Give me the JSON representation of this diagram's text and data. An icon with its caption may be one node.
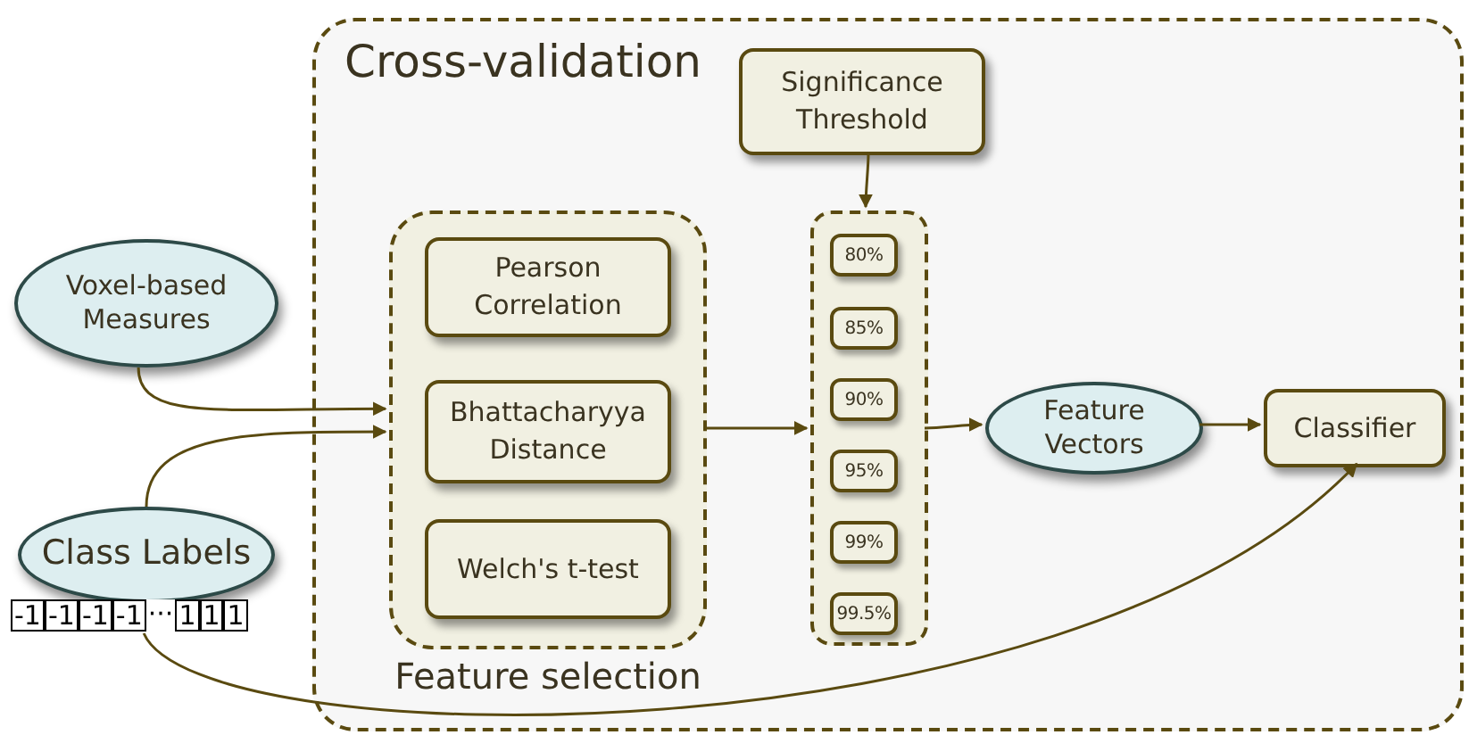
{
  "diagram": {
    "nodes": [
      {
        "text": [
          "Cross-validation"
        ]
      },
      {
        "text": [
          "Feature selection"
        ],
        "in": 0
      },
      {
        "text": [
          "Pearson Correlation"
        ],
        "in": 1
      },
      {
        "text": [
          "Bhattacharyya Distance"
        ],
        "in": 1
      },
      {
        "text": [
          "Welch's t-test"
        ],
        "in": 1
      },
      {
        "text": [
          "Significance Threshold"
        ],
        "in": 0
      },
      {
        "text": [],
        "shape": "box",
        "in": 0
      },
      {
        "text": [
          "80%"
        ],
        "in": 6
      },
      {
        "text": [
          "85%"
        ],
        "in": 6
      },
      {
        "text": [
          "90%"
        ],
        "in": 6
      },
      {
        "text": [
          "95%"
        ],
        "in": 6
      },
      {
        "text": [
          "99%"
        ],
        "in": 6
      },
      {
        "text": [
          "99.5%"
        ],
        "in": 6
      },
      {
        "text": [
          "Feature Vectors"
        ],
        "in": 0
      },
      {
        "text": [
          "Classifier"
        ],
        "in": 0
      },
      {
        "text": [
          "Voxel-based Measures"
        ]
      },
      {
        "text": [
          "Class Labels"
        ],
        "beside": [
          "-1",
          "-1",
          "-1",
          "-1",
          "···",
          "1",
          "1",
          "1"
        ]
      }
    ],
    "edges": [
      {
        "from": 15,
        "to": 1,
        "arrow": "to"
      },
      {
        "from": 16,
        "to": 1,
        "arrow": "to"
      },
      {
        "from": 16,
        "to": 14,
        "arrow": "to"
      },
      {
        "from": 1,
        "to": 6,
        "arrow": "to"
      },
      {
        "from": 5,
        "to": 6,
        "arrow": "to"
      },
      {
        "from": 6,
        "to": 13,
        "arrow": "to"
      },
      {
        "from": 13,
        "to": 14,
        "arrow": "to"
      }
    ]
  }
}
